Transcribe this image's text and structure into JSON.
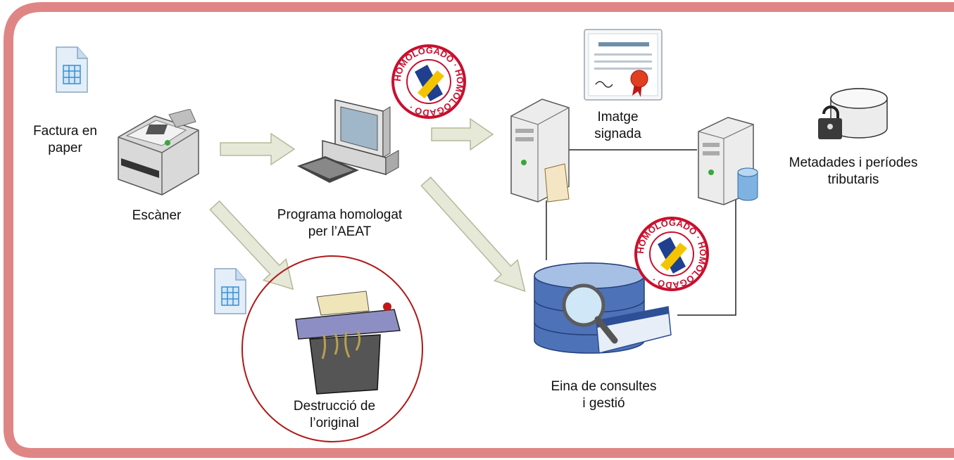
{
  "labels": {
    "factura": [
      "Factura en",
      "paper"
    ],
    "escaner": "Escàner",
    "programa": [
      "Programa homologat",
      "per l’AEAT"
    ],
    "imatge": [
      "Imatge",
      "signada"
    ],
    "metadades": [
      "Metadades i períodes",
      "tributaris"
    ],
    "eina": [
      "Eina de consultes",
      "i gestió"
    ],
    "destruccio": [
      "Destrucció de",
      "l’original"
    ]
  },
  "seals": {
    "top_text": "HOMOLOGADO",
    "bottom_text": "HOMOLOGADO"
  },
  "colors": {
    "frame_border": "#e08585",
    "arrow_fill": "#e6e8d8",
    "arrow_stroke": "#b6b89a",
    "seal_red": "#c8102e",
    "seal_blue": "#1f3f8f",
    "seal_yellow": "#f5c400",
    "circle_red": "#b01818",
    "connector": "#222222"
  },
  "icons": [
    "document-icon",
    "scanner-icon",
    "computer-icon",
    "server-icon",
    "certificate-icon",
    "database-lock-icon",
    "database-search-icon",
    "shredder-icon",
    "homologado-seal-icon"
  ]
}
